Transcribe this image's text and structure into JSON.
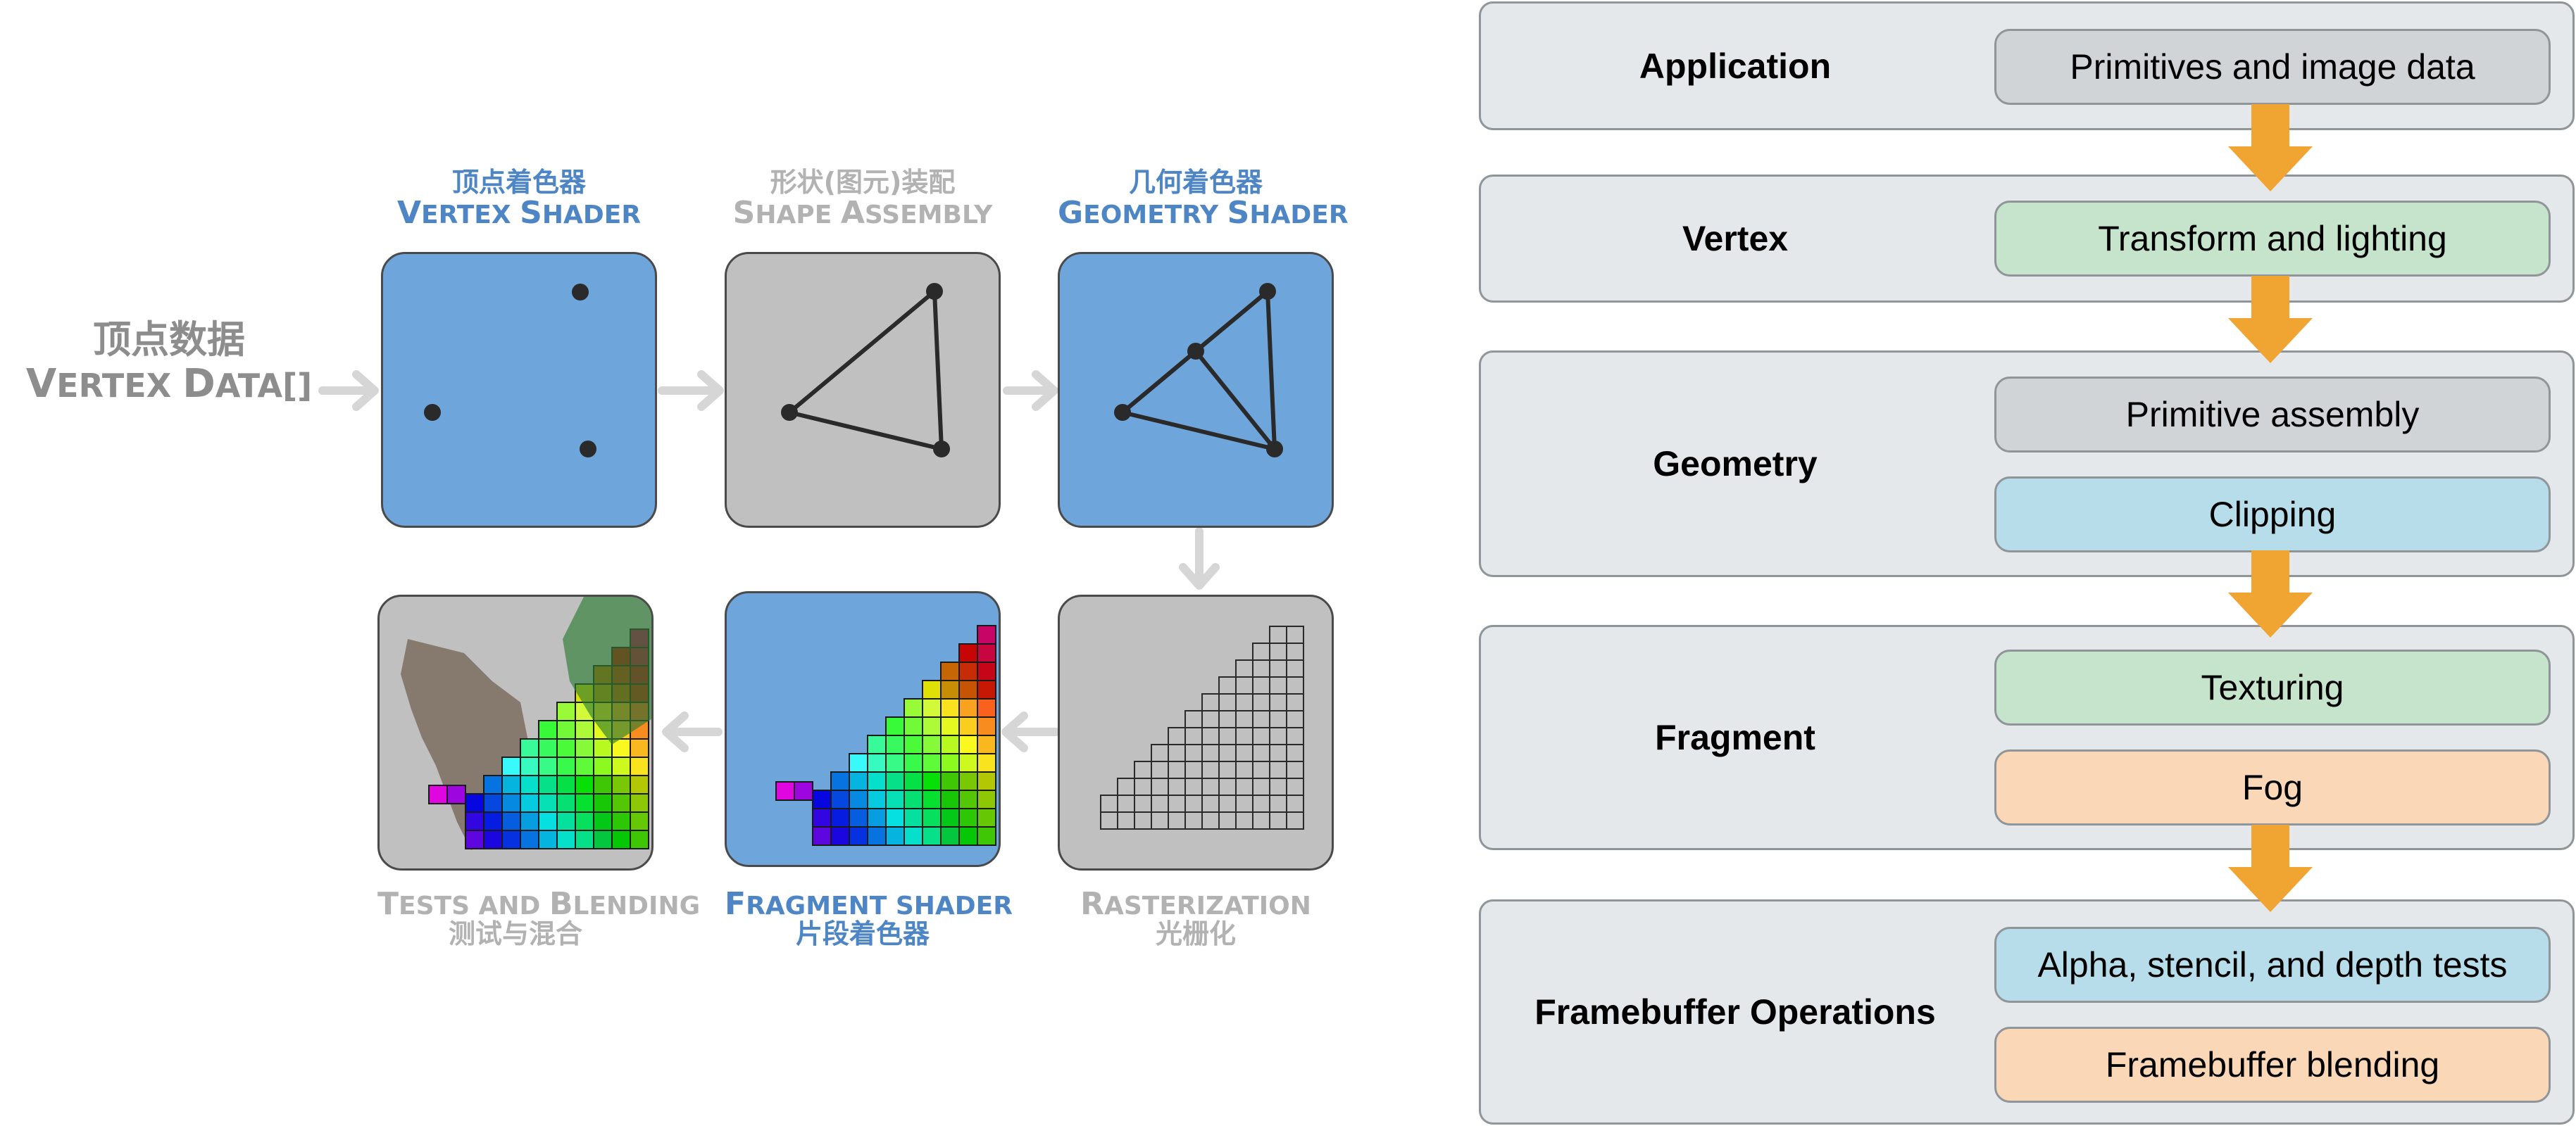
{
  "colors": {
    "stage_blue": "#6ea6dc",
    "stage_grey": "#c0c0c0",
    "label_blue": "#4e86c5",
    "label_grey": "#b2b2b2",
    "arrow_light": "#d6d6d6",
    "flow_arrow": "#f0a432",
    "group_bg": "#e5e8ea",
    "step_grey": "#d1d4d7",
    "step_green": "#c6e4cb",
    "step_blue": "#b6dde9",
    "step_orange": "#fad7b6"
  },
  "left": {
    "input": {
      "cn": "顶点数据",
      "en_cap": "V",
      "en_rest": "ERTEX ",
      "en_cap2": "D",
      "en_rest2": "ATA[]"
    },
    "stages": [
      {
        "id": "vertex-shader",
        "cn": "顶点着色器",
        "en": [
          "V",
          "ERTEX ",
          "S",
          "HADER"
        ]
      },
      {
        "id": "shape-assembly",
        "cn": "形状(图元)装配",
        "en": [
          "S",
          "HAPE ",
          "A",
          "SSEMBLY"
        ]
      },
      {
        "id": "geometry-shader",
        "cn": "几何着色器",
        "en": [
          "G",
          "EOMETRY ",
          "S",
          "HADER"
        ]
      },
      {
        "id": "tests-blending",
        "cn": "测试与混合",
        "en": [
          "T",
          "ESTS AND ",
          "B",
          "LENDING"
        ]
      },
      {
        "id": "fragment-shader",
        "cn": "片段着色器",
        "en": [
          "F",
          "RAGMENT SHADER",
          "",
          ""
        ]
      },
      {
        "id": "rasterization",
        "cn": "光栅化",
        "en": [
          "R",
          "ASTERIZATION",
          "",
          ""
        ]
      }
    ]
  },
  "right": {
    "groups": [
      {
        "title": "Application",
        "steps": [
          {
            "label": "Primitives and image data",
            "color": "#d1d4d7"
          }
        ]
      },
      {
        "title": "Vertex",
        "steps": [
          {
            "label": "Transform and lighting",
            "color": "#c6e4cb"
          }
        ]
      },
      {
        "title": "Geometry",
        "steps": [
          {
            "label": "Primitive assembly",
            "color": "#d1d4d7"
          },
          {
            "label": "Clipping",
            "color": "#b6dde9"
          }
        ]
      },
      {
        "title": "Fragment",
        "steps": [
          {
            "label": "Texturing",
            "color": "#c6e4cb"
          },
          {
            "label": "Fog",
            "color": "#fad7b6"
          }
        ]
      },
      {
        "title": "Framebuffer Operations",
        "steps": [
          {
            "label": "Alpha, stencil, and depth tests",
            "color": "#b6dde9"
          },
          {
            "label": "Framebuffer blending",
            "color": "#fad7b6"
          }
        ]
      }
    ]
  }
}
